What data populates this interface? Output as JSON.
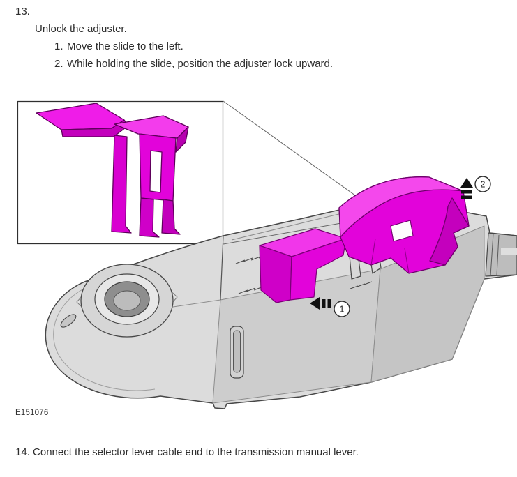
{
  "step13": {
    "number": "13.",
    "instruction": "Unlock the adjuster.",
    "substeps": [
      {
        "number": "1.",
        "text": "Move the slide to the left."
      },
      {
        "number": "2.",
        "text": "While holding the slide, position the adjuster lock upward."
      }
    ]
  },
  "figure": {
    "id_label": "E151076",
    "callouts": [
      {
        "number": "1"
      },
      {
        "number": "2"
      }
    ],
    "colors": {
      "highlight_magenta": "#e203da",
      "highlight_magenta_light": "#f448ec",
      "body_gray": "#dcdcdc",
      "outline": "#474747"
    }
  },
  "step14": {
    "number": "14.",
    "text": "Connect the selector lever cable end to the transmission manual lever."
  }
}
